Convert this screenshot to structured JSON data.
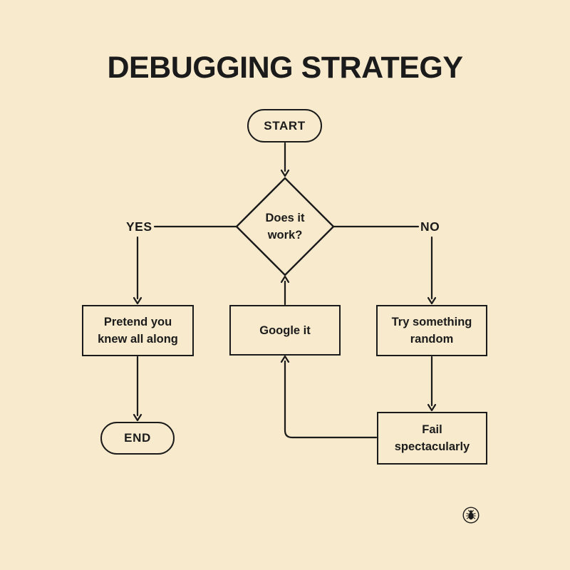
{
  "title": "DEBUGGING STRATEGY",
  "colors": {
    "background": "#f7eacd",
    "ink": "#1b1b1b"
  },
  "flowchart": {
    "nodes": {
      "start": {
        "type": "terminator",
        "label": "START",
        "lines": [
          "START"
        ]
      },
      "decision": {
        "type": "decision",
        "label": "Does it work?",
        "lines": [
          "Does it",
          "work?"
        ]
      },
      "pretend": {
        "type": "process",
        "label": "Pretend you knew all along",
        "lines": [
          "Pretend you",
          "knew all along"
        ]
      },
      "google": {
        "type": "process",
        "label": "Google it",
        "lines": [
          "Google it"
        ]
      },
      "random": {
        "type": "process",
        "label": "Try something random",
        "lines": [
          "Try something",
          "random"
        ]
      },
      "fail": {
        "type": "process",
        "label": "Fail spectacularly",
        "lines": [
          "Fail",
          "spectacularly"
        ]
      },
      "end": {
        "type": "terminator",
        "label": "END",
        "lines": [
          "END"
        ]
      }
    },
    "branch_labels": {
      "yes": "YES",
      "no": "NO"
    },
    "edges": [
      {
        "from": "start",
        "to": "decision",
        "label": ""
      },
      {
        "from": "decision",
        "to": "pretend",
        "label": "YES"
      },
      {
        "from": "decision",
        "to": "random",
        "label": "NO"
      },
      {
        "from": "pretend",
        "to": "end",
        "label": ""
      },
      {
        "from": "random",
        "to": "fail",
        "label": ""
      },
      {
        "from": "fail",
        "to": "google",
        "label": ""
      },
      {
        "from": "google",
        "to": "decision",
        "label": ""
      }
    ]
  },
  "icons": {
    "badge": "bug-icon"
  }
}
